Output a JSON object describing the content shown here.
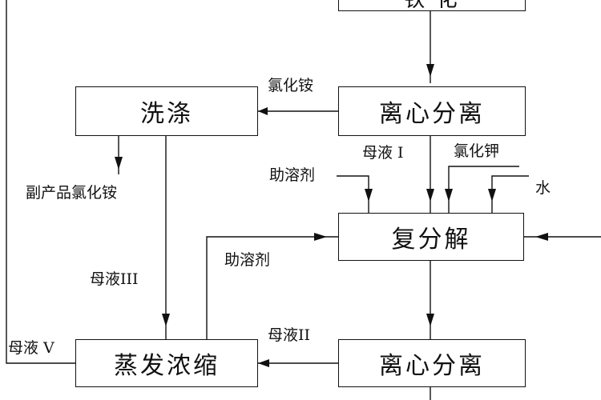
{
  "nodes": {
    "top_box": "铁 化",
    "centrifuge_1": "离心分离",
    "washing": "洗涤",
    "metathesis": "复分解",
    "evaporation": "蒸发浓缩",
    "centrifuge_2": "离心分离"
  },
  "labels": {
    "ammonium_chloride_top": "氯化铵",
    "mother_liquor_1": "母液 I",
    "potassium_chloride": "氯化钾",
    "solubilizer_1": "助溶剂",
    "water": "水",
    "byproduct": "副产品氯化铵",
    "solubilizer_2": "助溶剂",
    "mother_liquor_3": "母液III",
    "mother_liquor_2": "母液II",
    "mother_liquor_5": "母液 V"
  }
}
